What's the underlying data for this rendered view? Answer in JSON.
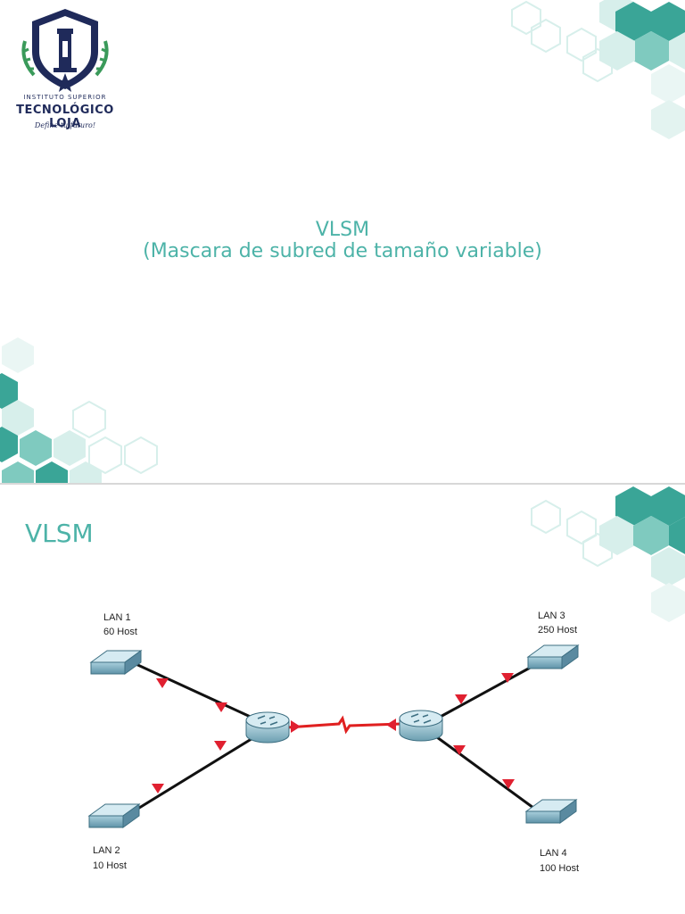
{
  "slide1": {
    "logo": {
      "line1": "INSTITUTO SUPERIOR",
      "line2": "TECNOLÓGICO LOJA",
      "tagline": "Define tu futuro!"
    },
    "title_line1": "VLSM",
    "title_line2": "(Mascara de subred de tamaño variable)"
  },
  "slide2": {
    "title": "VLSM",
    "lans": [
      {
        "name": "LAN 1",
        "hosts": "60 Host"
      },
      {
        "name": "LAN 2",
        "hosts": "10 Host"
      },
      {
        "name": "LAN 3",
        "hosts": "250 Host"
      },
      {
        "name": "LAN 4",
        "hosts": "100 Host"
      }
    ]
  },
  "colors": {
    "accent": "#4db3a8",
    "hex_dark": "#3aa597",
    "hex_mid": "#7fcabf",
    "hex_light": "#d7efeb",
    "link_lan": "#111111",
    "link_wan": "#e02020",
    "port_marker": "#e02030",
    "navy": "#1f2a5a"
  }
}
